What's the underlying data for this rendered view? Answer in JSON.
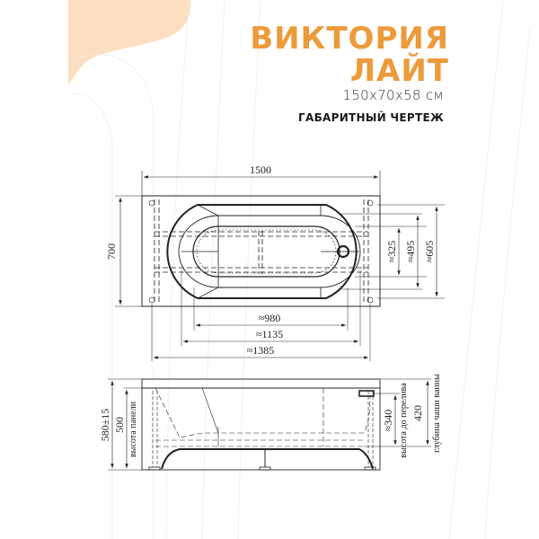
{
  "header": {
    "title_line1": "ВИКТОРИЯ",
    "title_line2": "ЛАЙТ",
    "dimensions": "150x70x58 см",
    "section_label": "ГАБАРИТНЫЙ ЧЕРТЕЖ"
  },
  "colors": {
    "accent": "#ec9a3a",
    "decor_blob": "#fbdfc0",
    "line": "#222222"
  },
  "plan_view": {
    "overall_length": "1500",
    "overall_width": "700",
    "inner_length_bottom": "≈980",
    "mid_length": "≈1135",
    "outer_length": "≈1385",
    "width_inner": "≈325",
    "width_mid": "≈495",
    "width_outer": "≈605"
  },
  "side_view": {
    "total_height": "580±15",
    "panel_height_value": "500",
    "panel_height_label": "высота панели",
    "overflow_height_value": "≈340",
    "overflow_height_label": "высота до перелива",
    "bowl_depth_value": "420",
    "bowl_depth_label": "глубина чаши ванны"
  }
}
